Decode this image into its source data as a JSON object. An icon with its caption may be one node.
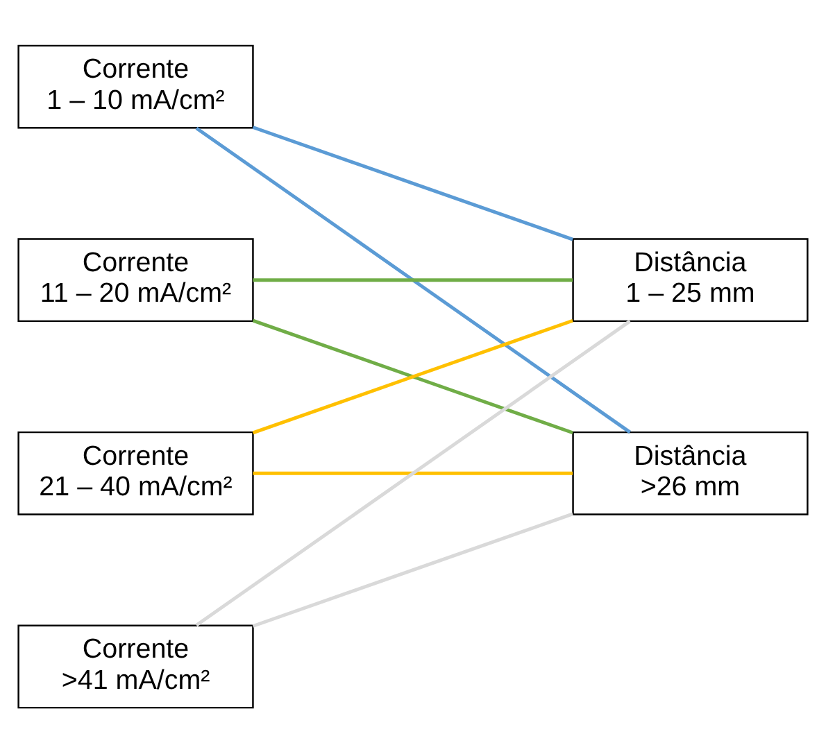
{
  "diagram": {
    "nodes": [
      {
        "text": [
          "Corrente",
          "1 – 10 mA/cm²"
        ]
      },
      {
        "text": [
          "Corrente",
          "11 – 20 mA/cm²"
        ]
      },
      {
        "text": [
          "Corrente",
          "21 – 40 mA/cm²"
        ]
      },
      {
        "text": [
          "Corrente",
          ">41 mA/cm²"
        ]
      },
      {
        "text": [
          "Distância",
          "1 – 25 mm"
        ]
      },
      {
        "text": [
          "Distância",
          ">26 mm"
        ]
      }
    ],
    "edges": [
      {
        "from": 0,
        "to": 4,
        "arrow": "none",
        "color": "#5b9bd5"
      },
      {
        "from": 0,
        "to": 5,
        "arrow": "none",
        "color": "#5b9bd5"
      },
      {
        "from": 1,
        "to": 4,
        "arrow": "none",
        "color": "#70ad47"
      },
      {
        "from": 1,
        "to": 5,
        "arrow": "none",
        "color": "#70ad47"
      },
      {
        "from": 2,
        "to": 4,
        "arrow": "none",
        "color": "#ffc000"
      },
      {
        "from": 2,
        "to": 5,
        "arrow": "none",
        "color": "#ffc000"
      },
      {
        "from": 3,
        "to": 4,
        "arrow": "none",
        "color": "#d9d9d9"
      },
      {
        "from": 3,
        "to": 5,
        "arrow": "none",
        "color": "#d9d9d9"
      }
    ]
  }
}
